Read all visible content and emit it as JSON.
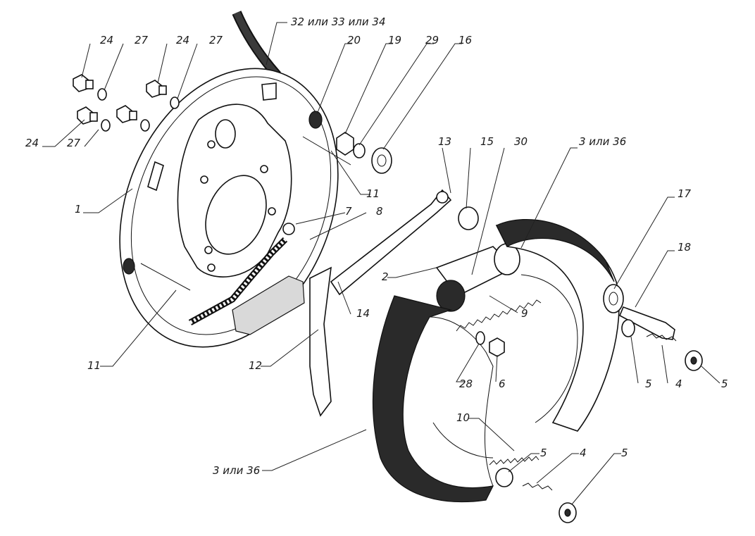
{
  "diagram": {
    "callouts": [
      {
        "id": "c-32-33-34",
        "label": "32 или 33 или 34"
      },
      {
        "id": "c-24a",
        "label": "24"
      },
      {
        "id": "c-27a",
        "label": "27"
      },
      {
        "id": "c-24b",
        "label": "24"
      },
      {
        "id": "c-27b",
        "label": "27"
      },
      {
        "id": "c-20",
        "label": "20"
      },
      {
        "id": "c-19",
        "label": "19"
      },
      {
        "id": "c-29",
        "label": "29"
      },
      {
        "id": "c-16",
        "label": "16"
      },
      {
        "id": "c-24c",
        "label": "24"
      },
      {
        "id": "c-27c",
        "label": "27"
      },
      {
        "id": "c-1",
        "label": "1"
      },
      {
        "id": "c-11a",
        "label": "11"
      },
      {
        "id": "c-13",
        "label": "13"
      },
      {
        "id": "c-15",
        "label": "15"
      },
      {
        "id": "c-30",
        "label": "30"
      },
      {
        "id": "c-3-36a",
        "label": "3 или 36"
      },
      {
        "id": "c-7",
        "label": "7"
      },
      {
        "id": "c-8",
        "label": "8"
      },
      {
        "id": "c-2",
        "label": "2"
      },
      {
        "id": "c-17",
        "label": "17"
      },
      {
        "id": "c-18",
        "label": "18"
      },
      {
        "id": "c-9",
        "label": "9"
      },
      {
        "id": "c-14",
        "label": "14"
      },
      {
        "id": "c-11b",
        "label": "11"
      },
      {
        "id": "c-12",
        "label": "12"
      },
      {
        "id": "c-28",
        "label": "28"
      },
      {
        "id": "c-6",
        "label": "6"
      },
      {
        "id": "c-5a",
        "label": "5"
      },
      {
        "id": "c-4a",
        "label": "4"
      },
      {
        "id": "c-5b",
        "label": "5"
      },
      {
        "id": "c-10",
        "label": "10"
      },
      {
        "id": "c-5c",
        "label": "5"
      },
      {
        "id": "c-4b",
        "label": "4"
      },
      {
        "id": "c-5d",
        "label": "5"
      },
      {
        "id": "c-3-36b",
        "label": "3 или 36"
      }
    ]
  }
}
